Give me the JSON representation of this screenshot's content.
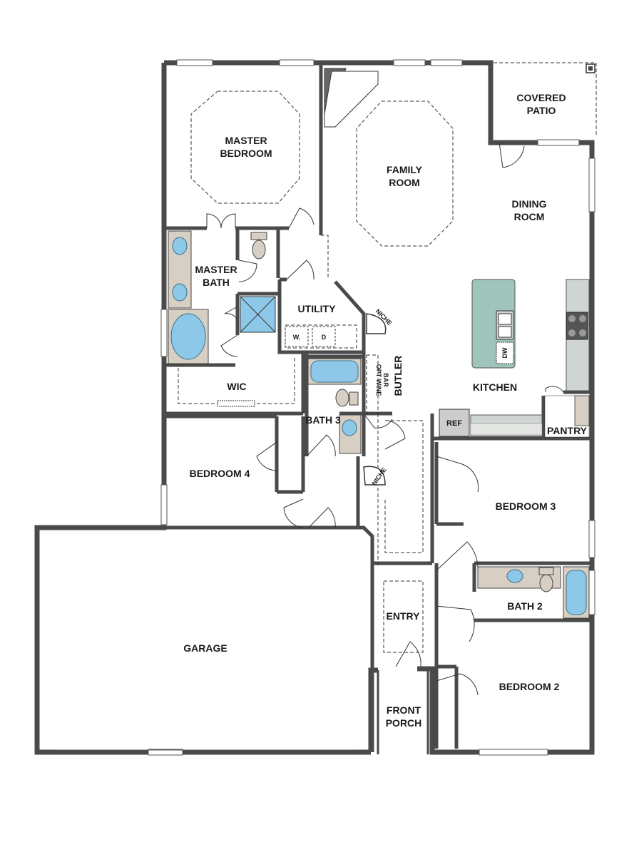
{
  "rooms": {
    "covered_patio": [
      "COVERED",
      "PATIO"
    ],
    "master_bedroom": [
      "MASTER",
      "BEDROOM"
    ],
    "family_room": [
      "FAMILY",
      "ROOM"
    ],
    "dining_room": [
      "DINING",
      "ROCM"
    ],
    "master_bath": [
      "MASTER",
      "BATH"
    ],
    "utility": "UTILITY",
    "wic": "WIC",
    "kitchen": "KITCHEN",
    "butler": "BUTLER",
    "opt_wine_bar": [
      "OPT WINE",
      "BAR"
    ],
    "niche_upper": "NICHE",
    "niche_lower": "NICHE",
    "bath3": "BATH 3",
    "pantry": "PANTRY",
    "bedroom4": "BEDROOM 4",
    "bedroom3": "BEDROOM 3",
    "bath2": "BATH 2",
    "garage": "GARAGE",
    "entry": "ENTRY",
    "bedroom2": "BEDROOM 2",
    "front_porch": [
      "FRONT",
      "PORCH"
    ]
  },
  "fixtures": {
    "washer": "W.",
    "dryer": "D",
    "refrigerator": "REF",
    "dishwasher": "DW"
  },
  "colors": {
    "wall": "#4a4a4a",
    "water": "#8ec8e8",
    "island": "#9fc4bb",
    "counter": "#cfd5d0",
    "fixture": "#d7cfc3"
  }
}
